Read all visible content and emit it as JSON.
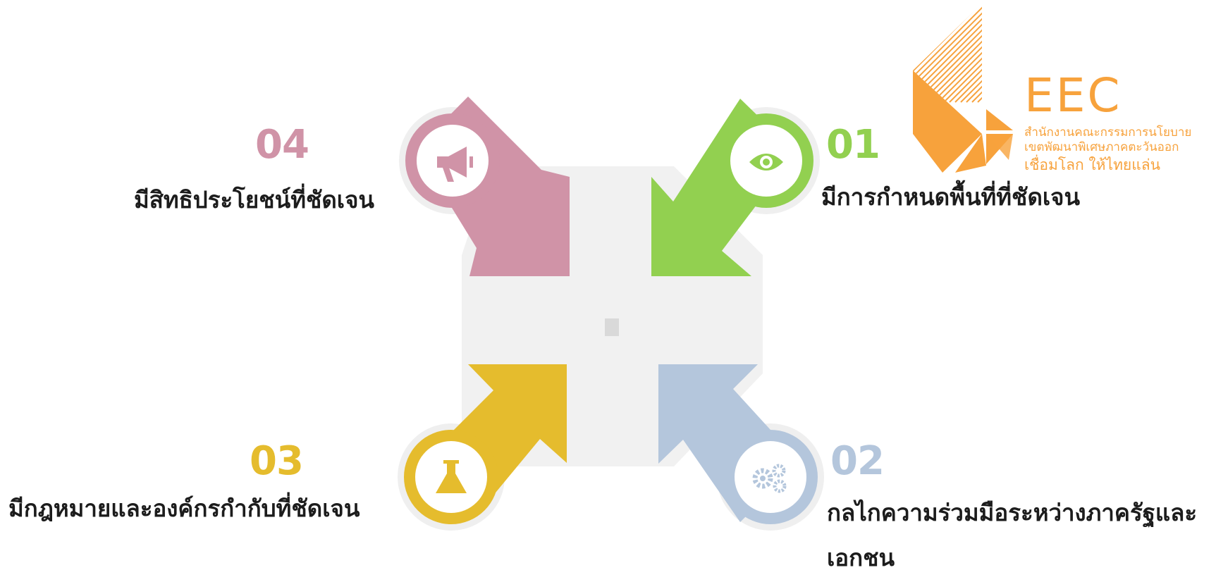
{
  "colors": {
    "pink": "#D093A7",
    "green": "#92D050",
    "yellow": "#E5BC2D",
    "blue": "#B4C6DC",
    "center_gray": "#F1F1F1",
    "halo_gray": "#EFEFEF",
    "logo_orange": "#F7A23C"
  },
  "items": [
    {
      "id": "item-01",
      "number": "01",
      "label": "มีการกำหนดพื้นที่ที่ชัดเจน",
      "color": "#92D050",
      "icon": "eye-icon"
    },
    {
      "id": "item-02",
      "number": "02",
      "label_lines": [
        "กลไกความร่วมมือระหว่างภาครัฐและ",
        "เอกชน"
      ],
      "color": "#B4C6DC",
      "icon": "gears-icon"
    },
    {
      "id": "item-03",
      "number": "03",
      "label": "มีกฎหมายและองค์กรกำกับที่ชัดเจน",
      "color": "#E5BC2D",
      "icon": "flask-icon"
    },
    {
      "id": "item-04",
      "number": "04",
      "label": "มีสิทธิประโยชน์ที่ชัดเจน",
      "color": "#D093A7",
      "icon": "megaphone-icon"
    }
  ],
  "logo": {
    "title": "EEC",
    "line1": "สำนักงานคณะกรรมการนโยบาย",
    "line2": "เขตพัฒนาพิเศษภาคตะวันออก",
    "tagline": "เชื่อมโลก ให้ไทยแล่น",
    "color": "#F7A23C"
  }
}
